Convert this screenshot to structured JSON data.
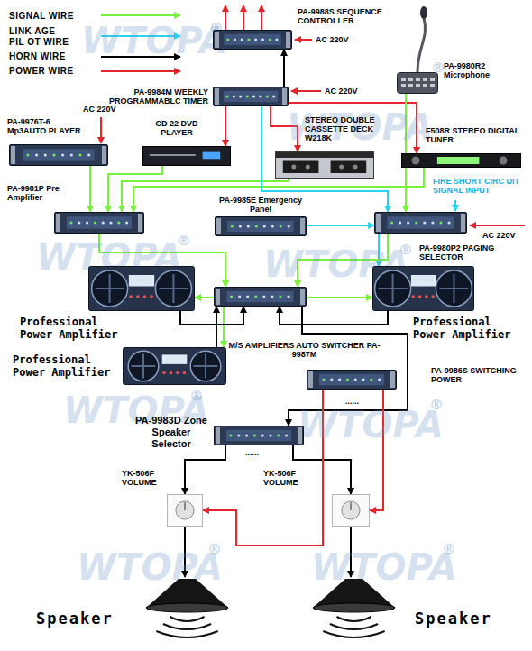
{
  "diagram": {
    "nodes": [
      {
        "text": [
          "PA-9988S SEQUENCE CONTROLLER"
        ]
      },
      {
        "text": [
          "PA-9984M WEEKLY PROGRAMMABLC TIMER"
        ]
      },
      {
        "text": [
          "PA-9980R2 Microphone"
        ]
      },
      {
        "text": [
          "PA-9976T-6 Mp3AUTO PLAYER"
        ]
      },
      {
        "text": [
          "CD 22 DVD PLAYER"
        ]
      },
      {
        "text": [
          "STEREO DOUBLE CASSETTE DECK W218K"
        ]
      },
      {
        "text": [
          "F508R STEREO DIGITAL TUNER"
        ]
      },
      {
        "text": [
          "PA-9981P Pre Amplifier"
        ]
      },
      {
        "text": [
          "PA-9985E Emergency Panel"
        ]
      },
      {
        "text": [
          "PA-9980P2 PAGING SELECTOR"
        ]
      },
      {
        "text": [
          "Professional Power Amplifier"
        ]
      },
      {
        "text": [
          "M/S AMPLIFIERS AUTO SWITCHER PA-9987M"
        ]
      },
      {
        "text": [
          "Professional Power Amplifier"
        ]
      },
      {
        "text": [
          "Professional Power Amplifier"
        ]
      },
      {
        "text": [
          "PA-9986S SWITCHING POWER"
        ]
      },
      {
        "text": [
          "PA-9983D Zone Speaker Selector"
        ]
      },
      {
        "text": [
          "YK-506F VOLUME"
        ]
      },
      {
        "text": [
          "YK-506F VOLUME"
        ]
      },
      {
        "text": [
          "Speaker"
        ]
      },
      {
        "text": [
          "Speaker"
        ]
      }
    ],
    "edges": [
      {
        "from": 1,
        "to": 0,
        "arrow": "to"
      },
      {
        "from": 1,
        "to": 4,
        "arrow": "to"
      },
      {
        "from": 1,
        "to": 5,
        "arrow": "to"
      },
      {
        "from": 1,
        "to": 6,
        "arrow": "to"
      },
      {
        "from": 3,
        "to": 7,
        "arrow": "to"
      },
      {
        "from": 4,
        "to": 7,
        "arrow": "to"
      },
      {
        "from": 5,
        "to": 7,
        "arrow": "to"
      },
      {
        "from": 6,
        "to": 7,
        "arrow": "to"
      },
      {
        "from": 2,
        "to": 9,
        "arrow": "to"
      },
      {
        "from": 1,
        "to": 9,
        "arrow": "to"
      },
      {
        "from": 8,
        "to": 9,
        "arrow": "to"
      },
      {
        "from": 9,
        "to": 12,
        "arrow": "to"
      },
      {
        "from": 7,
        "to": 11,
        "arrow": "to"
      },
      {
        "from": 9,
        "to": 11,
        "arrow": "to"
      },
      {
        "from": 11,
        "to": 10,
        "arrow": "to"
      },
      {
        "from": 11,
        "to": 12,
        "arrow": "to"
      },
      {
        "from": 11,
        "to": 13,
        "arrow": "to"
      },
      {
        "from": 10,
        "to": 11,
        "arrow": "to"
      },
      {
        "from": 12,
        "to": 11,
        "arrow": "to"
      },
      {
        "from": 13,
        "to": 11,
        "arrow": "to"
      },
      {
        "from": 11,
        "to": 15,
        "arrow": "to"
      },
      {
        "from": 15,
        "to": 16,
        "arrow": "to"
      },
      {
        "from": 15,
        "to": 17,
        "arrow": "to"
      },
      {
        "from": 16,
        "to": 18,
        "arrow": "to"
      },
      {
        "from": 17,
        "to": 19,
        "arrow": "to"
      },
      {
        "from": 14,
        "to": 17,
        "arrow": "to"
      },
      {
        "from": 14,
        "to": 16,
        "arrow": "to"
      }
    ],
    "labels": [
      "AC 220V",
      "AC 220V",
      "AC 220V",
      "AC 220V",
      "FIRE SHORT CIRC UIT SIGNAL INPUT",
      "......",
      "......",
      "WTOPA",
      "WTOPA",
      "WTOPA",
      "WTOPA",
      "WTOPA",
      "WTOPA",
      "WTOPA",
      "WTOPA",
      "®",
      "®",
      "®",
      "®",
      "®",
      "®",
      "®",
      "®"
    ],
    "legend": [
      {
        "text": "SIGNAL WIRE"
      },
      {
        "text": "LINK AGE PIL OT WIRE"
      },
      {
        "text": "HORN WIRE"
      },
      {
        "text": "POWER WIRE"
      }
    ]
  }
}
